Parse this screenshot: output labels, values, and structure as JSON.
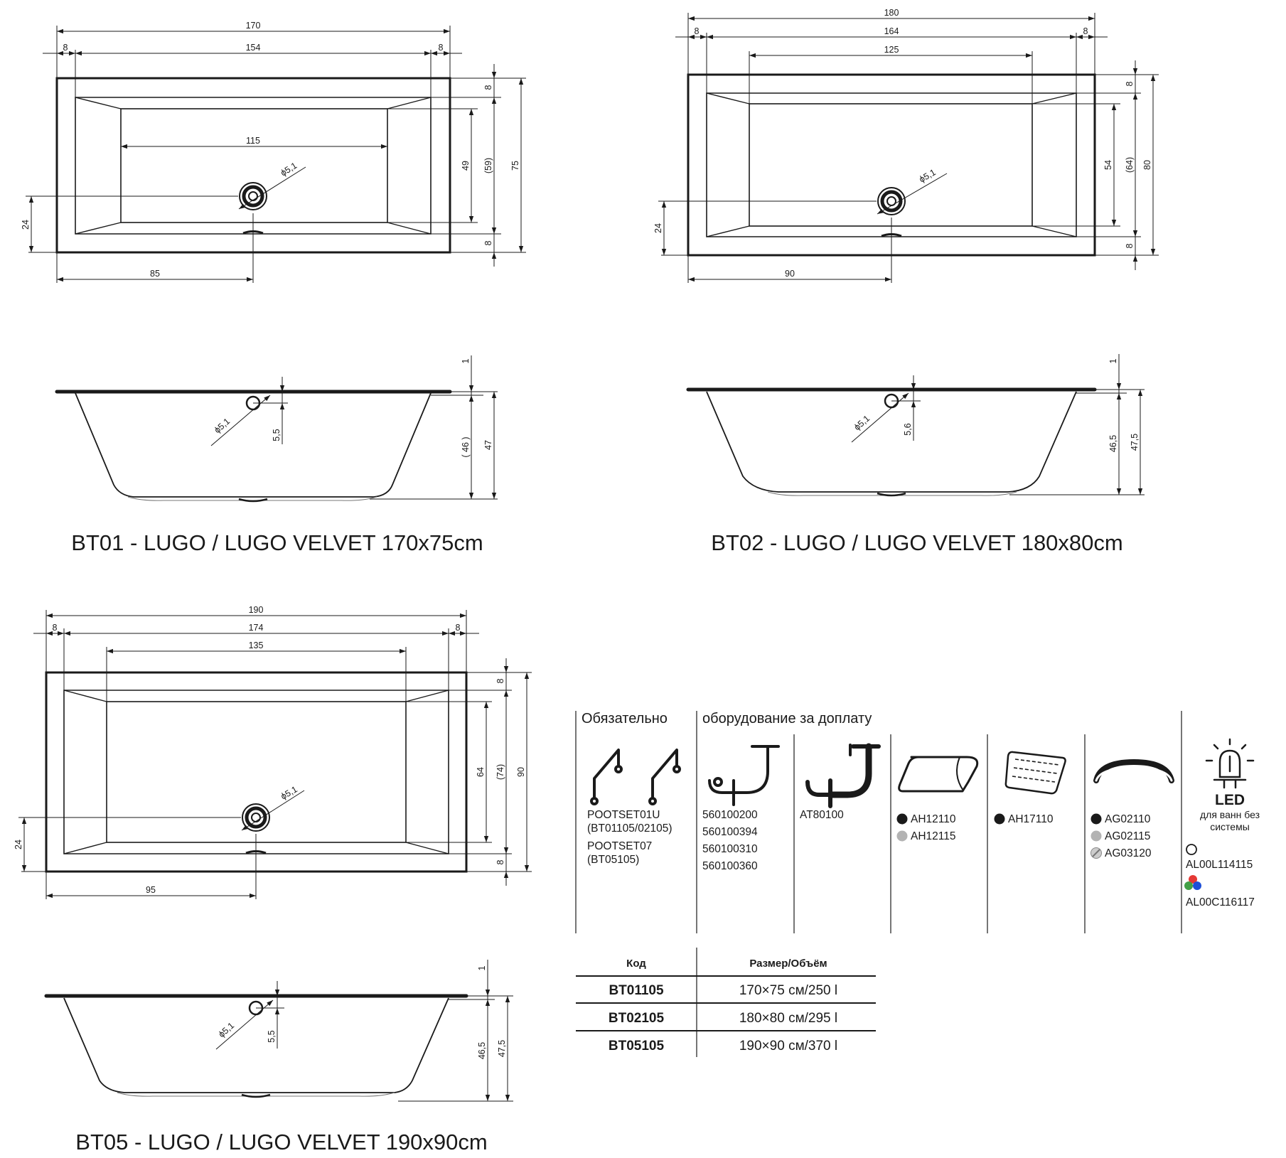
{
  "colors": {
    "ink": "#1a1a1a",
    "grey_finish": "#b3b3b3"
  },
  "models": [
    {
      "caption": "BT01 - LUGO / LUGO VELVET 170x75cm",
      "top": {
        "overall_length": "170",
        "rim_left": "8",
        "inner_length": "154",
        "rim_right": "8",
        "bottom_length": "115",
        "drain_diameter": "ϕ5,1",
        "drain_offset_x": "85",
        "drain_offset_y": "24",
        "rim_top": "8",
        "rim_bottom": "8",
        "bottom_width": "49",
        "inner_width": "(59)",
        "overall_width": "75"
      },
      "side": {
        "rim_thickness": "1",
        "overflow_diameter": "ϕ5,1",
        "overflow_depth": "5,5",
        "inner_depth": "( 46 )",
        "overall_depth": "47"
      }
    },
    {
      "caption": "BT02 - LUGO / LUGO VELVET 180x80cm",
      "top": {
        "overall_length": "180",
        "rim_left": "8",
        "inner_length": "164",
        "rim_right": "8",
        "bottom_length": "125",
        "drain_diameter": "ϕ5,1",
        "drain_offset_x": "90",
        "drain_offset_y": "24",
        "rim_top": "8",
        "rim_bottom": "8",
        "bottom_width": "54",
        "inner_width": "(64)",
        "overall_width": "80"
      },
      "side": {
        "rim_thickness": "1",
        "overflow_diameter": "ϕ5,1",
        "overflow_depth": "5,6",
        "inner_depth": "46,5",
        "overall_depth": "47,5"
      }
    },
    {
      "caption": "BT05 - LUGO / LUGO VELVET 190x90cm",
      "top": {
        "overall_length": "190",
        "rim_left": "8",
        "inner_length": "174",
        "rim_right": "8",
        "bottom_length": "135",
        "drain_diameter": "ϕ5,1",
        "drain_offset_x": "95",
        "drain_offset_y": "24",
        "rim_top": "8",
        "rim_bottom": "8",
        "bottom_width": "64",
        "inner_width": "(74)",
        "overall_width": "90"
      },
      "side": {
        "rim_thickness": "1",
        "overflow_diameter": "ϕ5,1",
        "overflow_depth": "5,5",
        "inner_depth": "46,5",
        "overall_depth": "47,5"
      }
    }
  ],
  "accessories": {
    "mandatory_header": "Обязательно",
    "optional_header": "оборудование за доплату",
    "legs": {
      "icon": "leg-set-icon",
      "codes": [
        "POOTSET01U",
        "(BT01105/02105)",
        "POOTSET07",
        "(BT05105)"
      ]
    },
    "siphon": {
      "icon": "siphon-icon",
      "codes": [
        "560100200",
        "560100394",
        "560100310",
        "560100360"
      ]
    },
    "siphon_auto": {
      "icon": "siphon-auto-icon",
      "codes": [
        "AT80100"
      ]
    },
    "headrest": {
      "icon": "headrest-icon",
      "items": [
        {
          "code": "AH12110",
          "finish": "black"
        },
        {
          "code": "AH12115",
          "finish": "grey"
        }
      ]
    },
    "headrest_grid": {
      "icon": "headrest-grid-icon",
      "items": [
        {
          "code": "AH17110",
          "finish": "black"
        }
      ]
    },
    "handle": {
      "icon": "grab-handle-icon",
      "items": [
        {
          "code": "AG02110",
          "finish": "black"
        },
        {
          "code": "AG02115",
          "finish": "grey"
        },
        {
          "code": "AG03120",
          "finish": "chrome"
        }
      ]
    },
    "led": {
      "icon": "led-lamp-icon",
      "title": "LED",
      "note_line1": "для ванн без",
      "note_line2": "системы",
      "items": [
        {
          "code": "AL00L114115",
          "finish": "white"
        },
        {
          "code": "AL00C116117",
          "finish": "rgb"
        }
      ]
    }
  },
  "spec_table": {
    "headers": [
      "Код",
      "Размер/Объём"
    ],
    "rows": [
      [
        "BT01105",
        "170×75 см/250 l"
      ],
      [
        "BT02105",
        "180×80 см/295 l"
      ],
      [
        "BT05105",
        "190×90 см/370 l"
      ]
    ]
  }
}
